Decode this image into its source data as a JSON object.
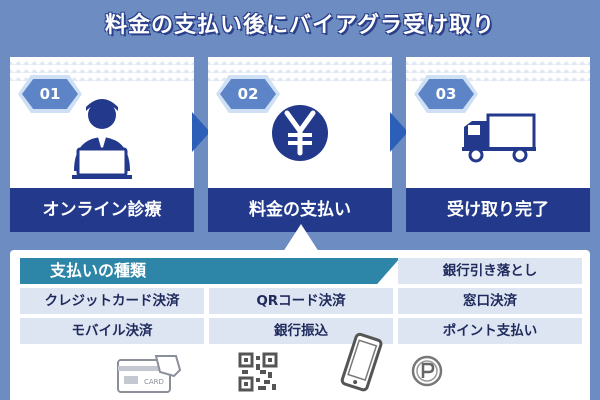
{
  "title": "料金の支払い後にバイアグラ受け取り",
  "steps": [
    {
      "number": "01",
      "label": "オンライン診療"
    },
    {
      "number": "02",
      "label": "料金の支払い"
    },
    {
      "number": "03",
      "label": "受け取り完了"
    }
  ],
  "payment": {
    "header": "支払いの種類",
    "methods": [
      "銀行引き落とし",
      "クレジットカード決済",
      "QRコード決済",
      "窓口決済",
      "モバイル決済",
      "銀行振込",
      "ポイント支払い"
    ],
    "card_text": "CARD"
  },
  "colors": {
    "background": "#6c8cc2",
    "step_label": "#233a8c",
    "badge": "#5e84c8",
    "arrow": "#2c5fb8",
    "header": "#2d86a8",
    "cell": "#dde5f2",
    "icon_dark": "#233a8c"
  }
}
